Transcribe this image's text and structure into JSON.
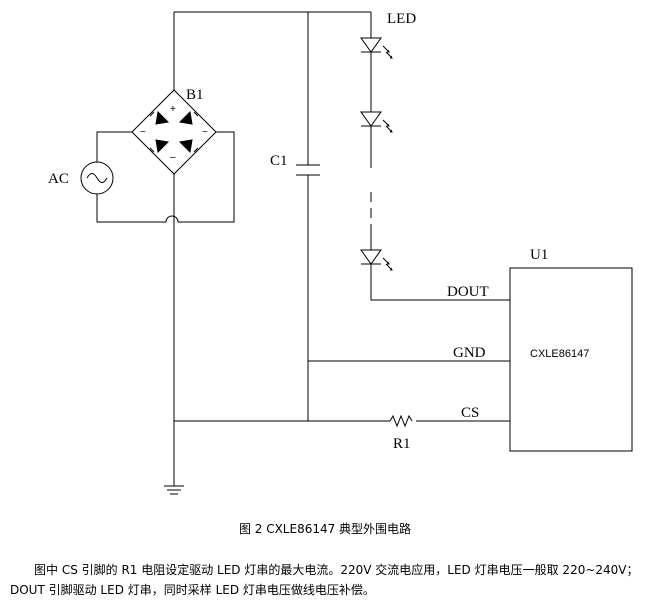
{
  "diagram": {
    "labels": {
      "led": "LED",
      "b1": "B1",
      "ac": "AC",
      "c1": "C1",
      "u1": "U1",
      "dout": "DOUT",
      "gnd": "GND",
      "cs": "CS",
      "r1": "R1",
      "chip": "CXLE86147"
    }
  },
  "caption": "图 2    CXLE86147 典型外围电路",
  "description": "图中 CS 引脚的 R1 电阻设定驱动 LED 灯串的最大电流。220V 交流电应用，LED 灯串电压一般取 220~240V；DOUT 引脚驱动 LED 灯串，同时采样 LED 灯串电压做线电压补偿。"
}
